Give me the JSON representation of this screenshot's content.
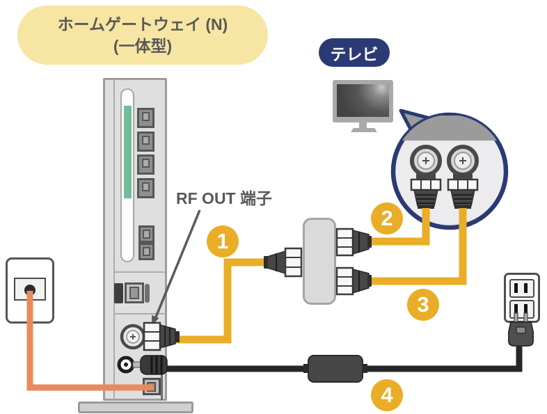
{
  "diagram": {
    "title": {
      "line1": "ホームゲートウェイ (N)",
      "line2": "(一体型)"
    },
    "tv_label": "テレビ",
    "rf_out_label": "RF OUT 端子",
    "steps": [
      "1",
      "2",
      "3",
      "4"
    ],
    "colors": {
      "bubble_yellow": "#F7E5A3",
      "accent_yellow": "#EAAD27",
      "navy": "#2B3A74",
      "cable_orange": "#E98A5D",
      "cable_black": "#262626",
      "device_green": "#72BD97",
      "device_gray": "#DFDFDF"
    },
    "icons": {
      "tv": "tv-icon",
      "gateway": "home-gateway-icon",
      "splitter": "coax-splitter-icon",
      "phone_wall_plate": "phone-jack-wall-plate-icon",
      "power_outlet": "power-outlet-icon",
      "power_plug": "power-plug-icon",
      "ac_adapter": "ac-adapter-icon",
      "coax_connectors": "coax-connector-icon"
    }
  }
}
